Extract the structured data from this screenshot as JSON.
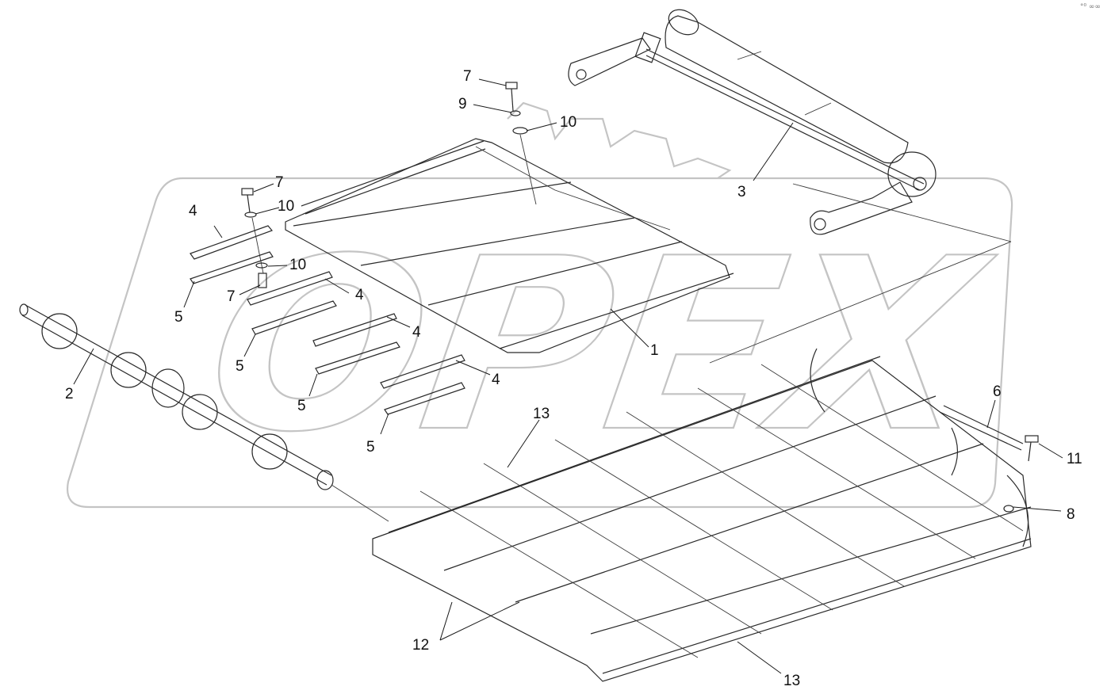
{
  "corner_mark": "°⁰ ∞∞",
  "watermark": {
    "text": "OPEX"
  },
  "callouts": [
    {
      "id": "c1",
      "text": "1"
    },
    {
      "id": "c2",
      "text": "2"
    },
    {
      "id": "c3",
      "text": "3"
    },
    {
      "id": "c4a",
      "text": "4"
    },
    {
      "id": "c4b",
      "text": "4"
    },
    {
      "id": "c4c",
      "text": "4"
    },
    {
      "id": "c4d",
      "text": "4"
    },
    {
      "id": "c5a",
      "text": "5"
    },
    {
      "id": "c5b",
      "text": "5"
    },
    {
      "id": "c5c",
      "text": "5"
    },
    {
      "id": "c5d",
      "text": "5"
    },
    {
      "id": "c6",
      "text": "6"
    },
    {
      "id": "c7a",
      "text": "7"
    },
    {
      "id": "c7b",
      "text": "7"
    },
    {
      "id": "c7c",
      "text": "7"
    },
    {
      "id": "c8",
      "text": "8"
    },
    {
      "id": "c9",
      "text": "9"
    },
    {
      "id": "c10a",
      "text": "10"
    },
    {
      "id": "c10b",
      "text": "10"
    },
    {
      "id": "c10c",
      "text": "10"
    },
    {
      "id": "c11",
      "text": "11"
    },
    {
      "id": "c12",
      "text": "12"
    },
    {
      "id": "c13a",
      "text": "13"
    },
    {
      "id": "c13b",
      "text": "13"
    }
  ]
}
